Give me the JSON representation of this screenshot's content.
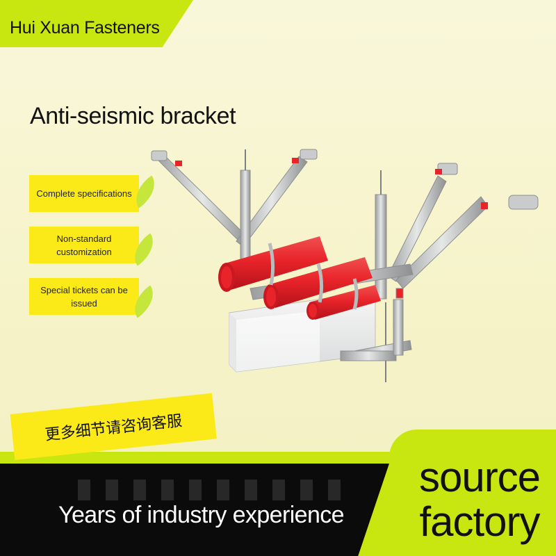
{
  "brand": {
    "name": "Hui Xuan Fasteners"
  },
  "title": "Anti-seismic bracket",
  "features": [
    {
      "label": "Complete specifications"
    },
    {
      "label": "Non-standard customization"
    },
    {
      "label": "Special tickets can be issued"
    }
  ],
  "promo": {
    "chinese_banner": "更多细节请咨询客服",
    "experience": "Years of industry experience",
    "source_line1": "source",
    "source_line2": "factory"
  },
  "colors": {
    "accent_green": "#c8e60f",
    "accent_yellow": "#fcea18",
    "pipe_red": "#e8242a",
    "dark": "#0b0b0b"
  }
}
